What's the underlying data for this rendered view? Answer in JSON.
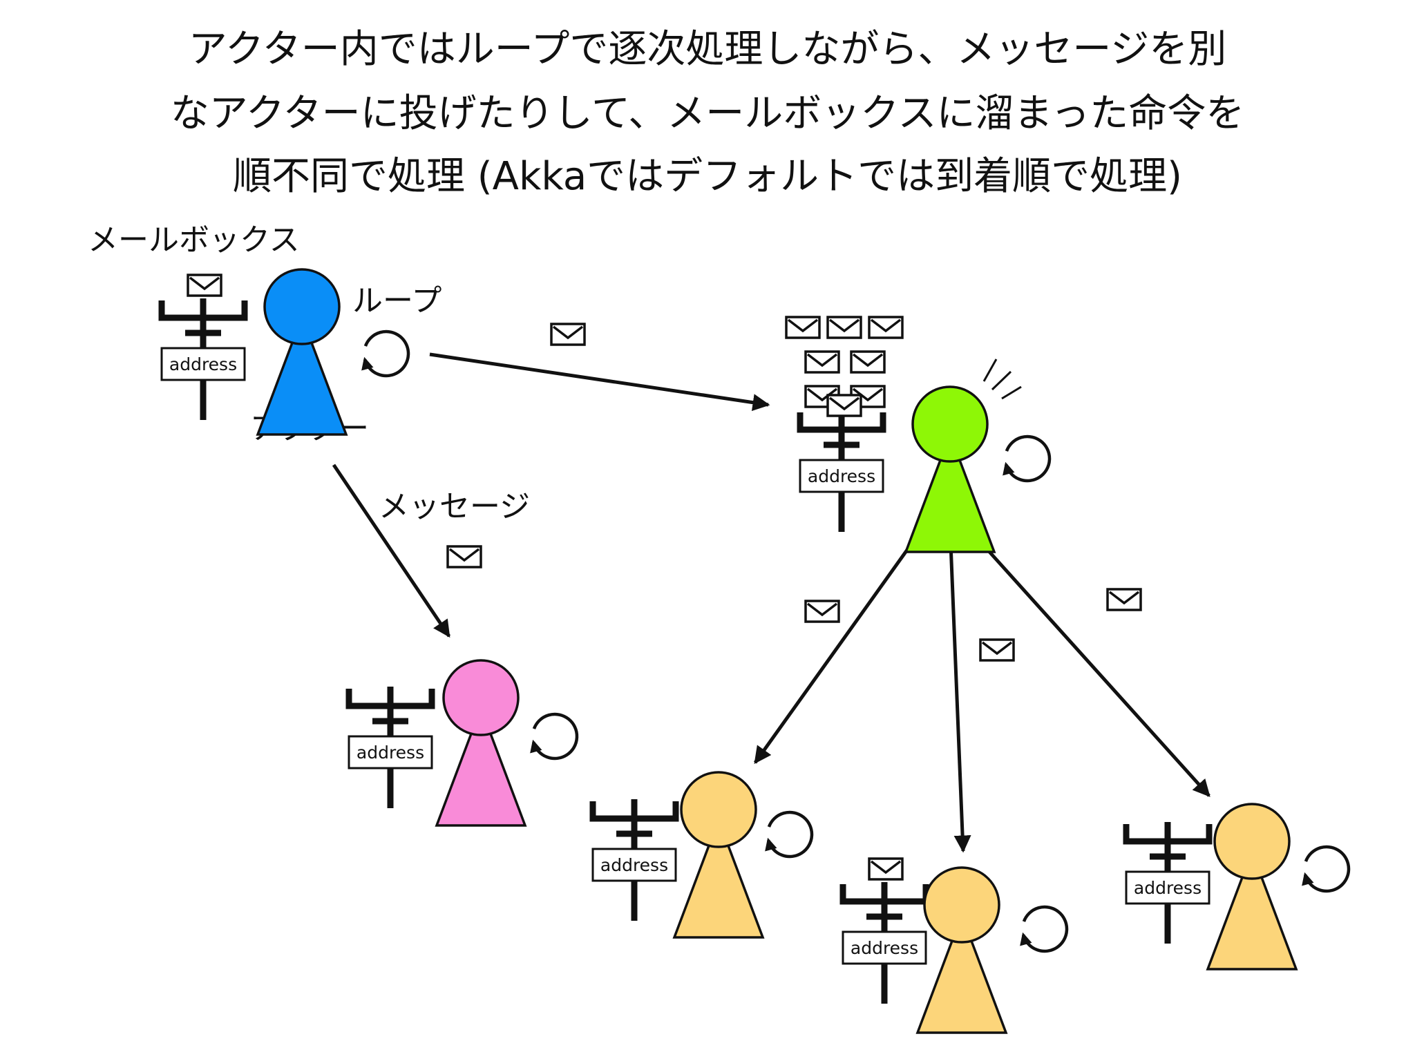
{
  "heading": {
    "lines": [
      "アクター内ではループで逐次処理しながら、メッセージを別",
      "なアクターに投げたりして、メールボックスに溜まった命令を",
      "順不同で処理 (Akkaではデフォルトでは到着順で処理)"
    ]
  },
  "labels": {
    "mailbox": "メールボックス",
    "loop": "ループ",
    "actor": "アクター",
    "message": "メッセージ"
  },
  "address_label": "address",
  "colors": {
    "blue": "#0a8ef7",
    "green": "#8ef706",
    "pink": "#f98bd8",
    "yellow": "#fcd57a"
  },
  "actors": [
    {
      "id": "blue-actor",
      "color": "blue",
      "mailbox_messages": 1
    },
    {
      "id": "green-actor",
      "color": "green",
      "mailbox_messages": 8,
      "excited": true
    },
    {
      "id": "pink-actor",
      "color": "pink",
      "mailbox_messages": 0
    },
    {
      "id": "yellow-actor-1",
      "color": "yellow",
      "mailbox_messages": 0
    },
    {
      "id": "yellow-actor-2",
      "color": "yellow",
      "mailbox_messages": 1
    },
    {
      "id": "yellow-actor-3",
      "color": "yellow",
      "mailbox_messages": 0
    }
  ],
  "messages": [
    {
      "from": "blue-actor",
      "to": "green-actor"
    },
    {
      "from": "blue-actor",
      "to": "pink-actor"
    },
    {
      "from": "green-actor",
      "to": "yellow-actor-1"
    },
    {
      "from": "green-actor",
      "to": "yellow-actor-2"
    },
    {
      "from": "green-actor",
      "to": "yellow-actor-3"
    }
  ],
  "icons": {
    "envelope": "envelope-icon",
    "loop": "loop-arrow-icon",
    "mailbox": "mailbox-post-icon",
    "excitement": "excitement-lines-icon"
  }
}
